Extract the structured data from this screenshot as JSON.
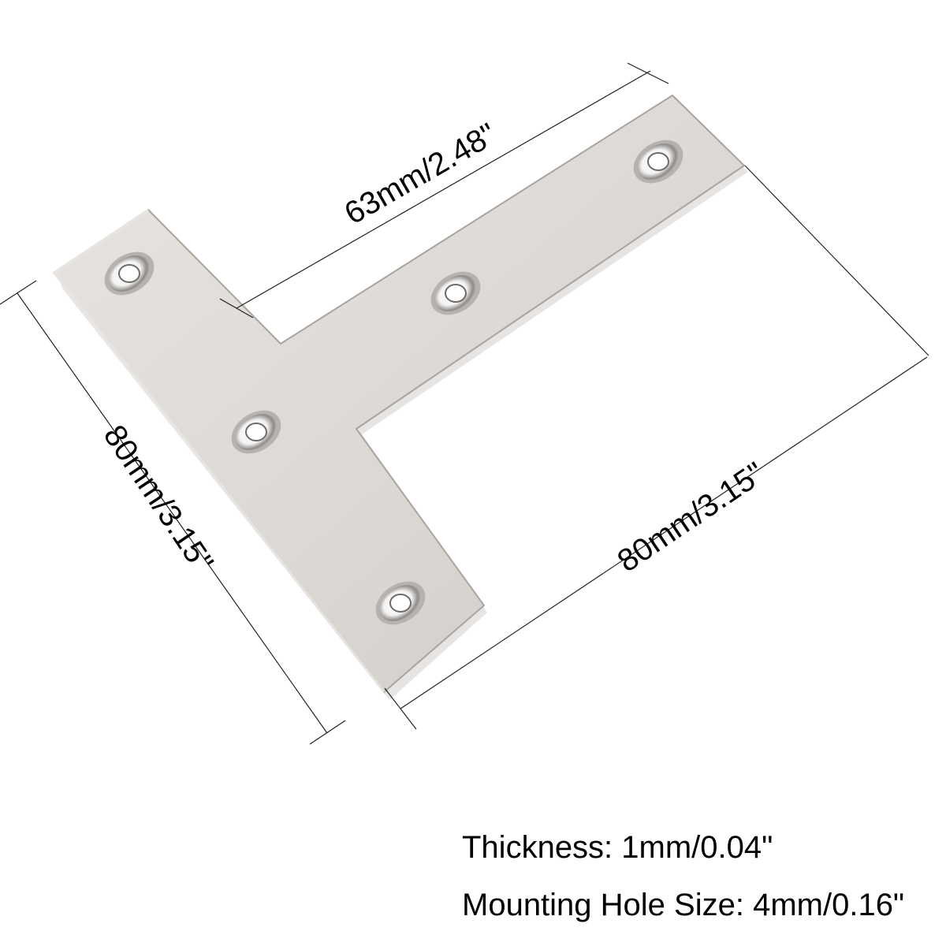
{
  "dimensions": {
    "top_arm_length": "63mm/2.48\"",
    "left_bar_length": "80mm/3.15\"",
    "right_length": "80mm/3.15\""
  },
  "specs": {
    "thickness": "Thickness: 1mm/0.04\"",
    "hole_size": "Mounting Hole Size: 4mm/0.16\""
  },
  "colors": {
    "plate": "#dedad6",
    "plate_edge": "#a9a49f",
    "dimension_line": "#222222",
    "text": "#000000"
  },
  "icons": {
    "plate": "t-bracket-plate",
    "hole": "countersunk-hole"
  }
}
